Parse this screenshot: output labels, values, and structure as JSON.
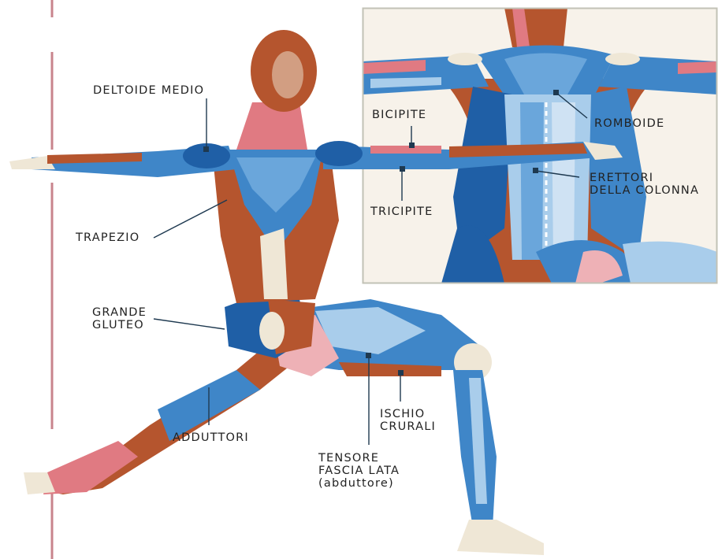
{
  "colors": {
    "muscle_blue": "#3f86c8",
    "muscle_light_blue": "#a9cdeb",
    "muscle_dark_blue": "#1f5fa6",
    "muscle_red": "#e07a82",
    "muscle_pink": "#eeb1b6",
    "muscle_brown": "#b5552e",
    "bone": "#efe7d6",
    "leader_line": "#1e3950",
    "margin_line": "#c8848c",
    "inset_border": "#c2c2b6"
  },
  "illustration": "image-placeholder",
  "inset": "image-placeholder",
  "labels": {
    "deltoide_medio": "DELTOIDE MEDIO",
    "trapezio": "TRAPEZIO",
    "grande_gluteo": [
      "GRANDE",
      "GLUTEO"
    ],
    "adduttori": "ADDUTTORI",
    "bicipite": "BICIPITE",
    "tricipite": "TRICIPITE",
    "romboide": "ROMBOIDE",
    "erettori": [
      "ERETTORI",
      "DELLA COLONNA"
    ],
    "ischio_crurali": [
      "ISCHIO",
      "CRURALI"
    ],
    "tensore": [
      "TENSORE",
      "FASCIA LATA",
      "(abduttore)"
    ]
  }
}
